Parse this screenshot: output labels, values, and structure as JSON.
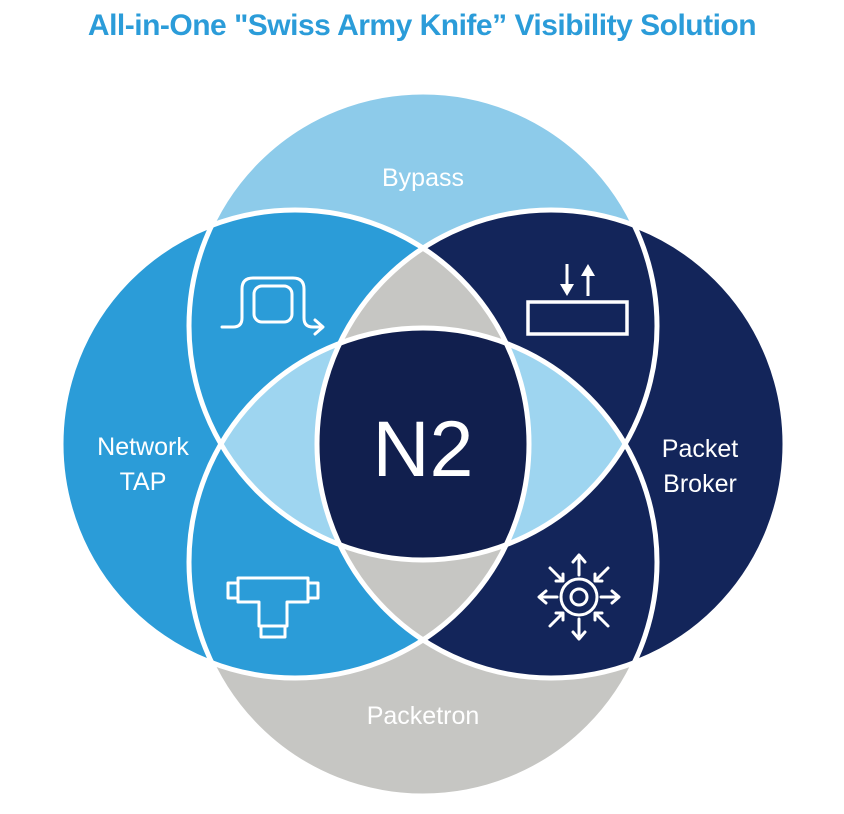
{
  "title": "All-in-One \"Swiss Army Knife” Visibility Solution",
  "title_color": "#2B9CD9",
  "center": {
    "label": "N2",
    "color": "#111F4E"
  },
  "circles": {
    "bypass": {
      "label": "Bypass",
      "color": "#8DCBEA",
      "icon": "bypass-flow-icon"
    },
    "network_tap": {
      "line1": "Network",
      "line2": "TAP",
      "color": "#2B9CD8",
      "icon": "tap-tee-icon"
    },
    "packet_broker": {
      "line1": "Packet",
      "line2": "Broker",
      "color": "#13255A",
      "icon": "aggregate-distribute-icon"
    },
    "packetron": {
      "label": "Packetron",
      "color": "#C6C6C3",
      "icon": "inline-appliance-icon"
    }
  },
  "overlaps": {
    "horizontal_lens_color": "#9ED5F0",
    "vertical_lens_color": "#C6C6C3",
    "outline_color": "#FFFFFF"
  }
}
